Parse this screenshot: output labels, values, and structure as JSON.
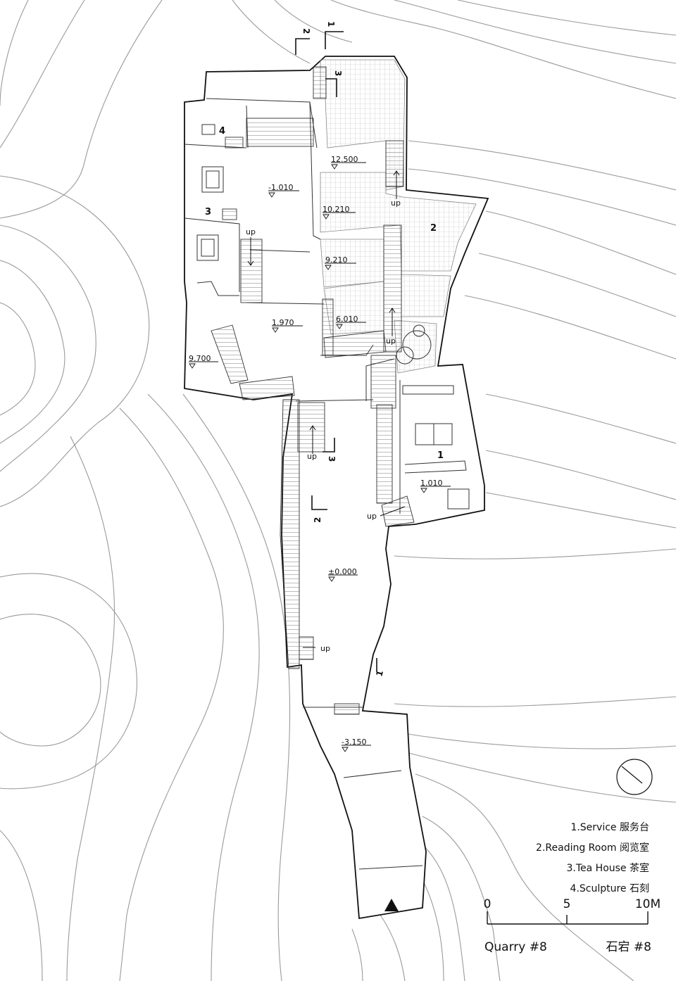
{
  "plan": {
    "rooms": [
      {
        "num": "1"
      },
      {
        "num": "2"
      },
      {
        "num": "3"
      },
      {
        "num": "4"
      }
    ],
    "levels": [
      "12.500",
      "10.210",
      "9.210",
      "6.010",
      "-1.010",
      "1.970",
      "9.700",
      "1.010",
      "±0.000",
      "-3.150"
    ],
    "up_label": "up",
    "section_marks": [
      "1",
      "2",
      "1",
      "2",
      "3",
      "3"
    ]
  },
  "legend": [
    "1.Service  服务台",
    "2.Reading Room  阅览室",
    "3.Tea House  茶室",
    "4.Sculpture  石刻"
  ],
  "scale": {
    "ticks": [
      "0",
      "5",
      "10M"
    ]
  },
  "title": {
    "en": "Quarry #8",
    "cn": "石宕 #8"
  }
}
